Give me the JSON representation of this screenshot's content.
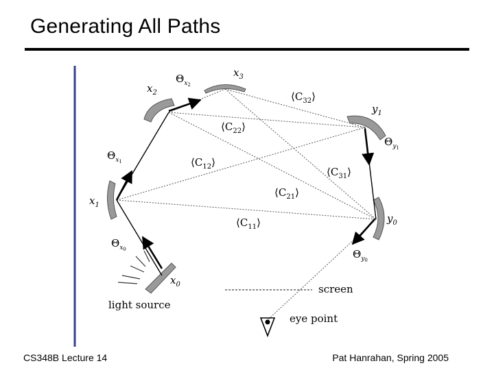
{
  "slide": {
    "title": "Generating All Paths",
    "footer_left": "CS348B Lecture 14",
    "footer_right": "Pat Hanrahan, Spring 2005"
  },
  "diagram": {
    "nodes": [
      {
        "id": "x0",
        "label": "x",
        "sub": "0"
      },
      {
        "id": "x1",
        "label": "x",
        "sub": "1"
      },
      {
        "id": "x2",
        "label": "x",
        "sub": "2"
      },
      {
        "id": "x3",
        "label": "x",
        "sub": "3"
      },
      {
        "id": "y0",
        "label": "y",
        "sub": "0"
      },
      {
        "id": "y1",
        "label": "y",
        "sub": "1"
      }
    ],
    "directions": [
      {
        "id": "theta_x0",
        "label": "Θ",
        "sub": "x",
        "subsub": "0"
      },
      {
        "id": "theta_x1",
        "label": "Θ",
        "sub": "x",
        "subsub": "1"
      },
      {
        "id": "theta_x2",
        "label": "Θ",
        "sub": "x",
        "subsub": "2"
      },
      {
        "id": "theta_y1",
        "label": "Θ",
        "sub": "y",
        "subsub": "1"
      },
      {
        "id": "theta_y0",
        "label": "Θ",
        "sub": "y",
        "subsub": "0"
      }
    ],
    "connections": [
      {
        "id": "c32",
        "label": "⟨C",
        "sub": "32",
        "close": "⟩"
      },
      {
        "id": "c22",
        "label": "⟨C",
        "sub": "22",
        "close": "⟩"
      },
      {
        "id": "c12",
        "label": "⟨C",
        "sub": "12",
        "close": "⟩"
      },
      {
        "id": "c31",
        "label": "⟨C",
        "sub": "31",
        "close": "⟩"
      },
      {
        "id": "c21",
        "label": "⟨C",
        "sub": "21",
        "close": "⟩"
      },
      {
        "id": "c11",
        "label": "⟨C",
        "sub": "11",
        "close": "⟩"
      }
    ],
    "labels": {
      "light_source": "light source",
      "screen": "screen",
      "eye_point": "eye point"
    }
  }
}
